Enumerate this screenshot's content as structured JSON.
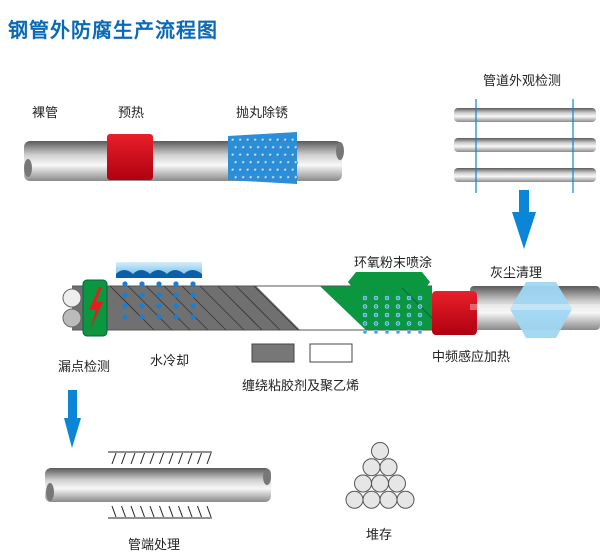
{
  "title": "钢管外防腐生产流程图",
  "steps": {
    "bare_pipe": "裸管",
    "preheat": "预热",
    "shot_blast": "抛丸除锈",
    "visual_inspection": "管道外观检测",
    "dust_cleaning": "灰尘清理",
    "epoxy_spray": "环氧粉末喷涂",
    "mid_freq_heating": "中频感应加热",
    "wrap_adhesive_pe": "缠绕粘胶剂及聚乙烯",
    "water_cooling": "水冷却",
    "holiday_detection": "漏点检测",
    "pipe_end_treatment": "管端处理",
    "storage": "堆存"
  },
  "colors": {
    "title": "#0a6ab6",
    "heater_red": "#d8101c",
    "blast_blue": "#2a8fd8",
    "arrow_blue": "#0b86d6",
    "epoxy_green": "#0b9640",
    "dust_light_blue": "#9fd6f2",
    "coating_gray": "#707070"
  }
}
